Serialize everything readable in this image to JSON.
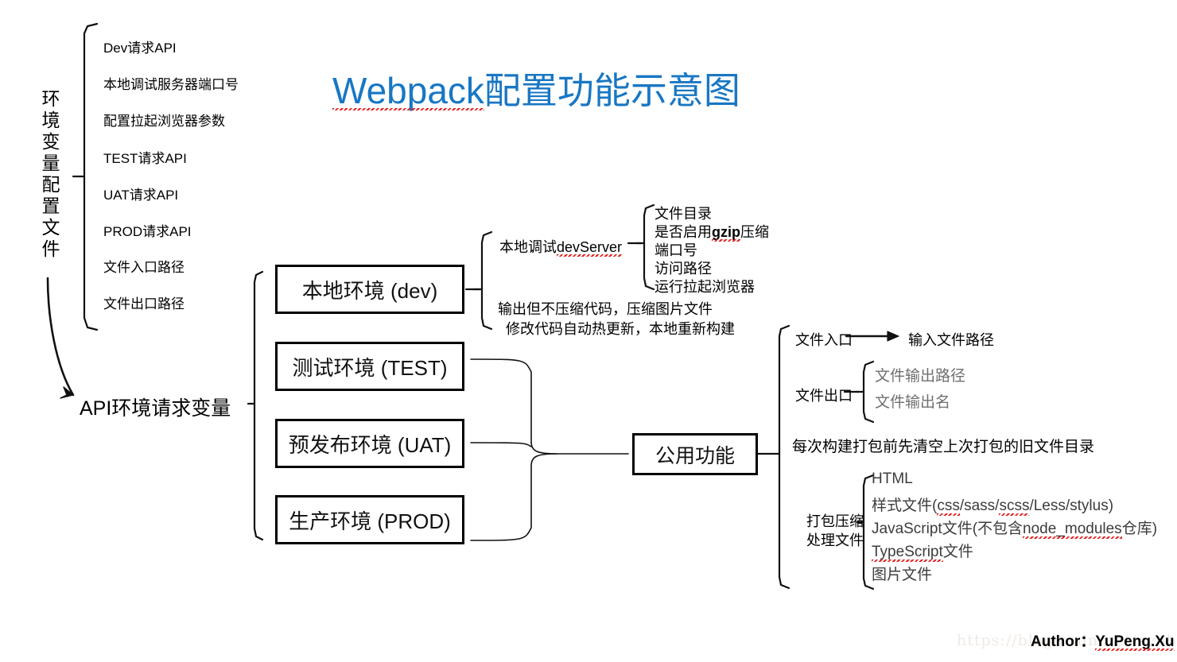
{
  "title": {
    "latin": "Webpack",
    "cjk": "配置功能示意图",
    "color": "#1877c4"
  },
  "env_config": {
    "vertical_label": "环境变量配置文件",
    "items": [
      "Dev请求API",
      "本地调试服务器端口号",
      "配置拉起浏览器参数",
      "TEST请求API",
      "UAT请求API",
      "PROD请求API",
      "文件入口路径",
      "文件出口路径"
    ],
    "api_label": "API环境请求变量"
  },
  "environments": [
    {
      "label": "本地环境 (dev)"
    },
    {
      "label": "测试环境 (TEST)"
    },
    {
      "label": "预发布环境 (UAT)"
    },
    {
      "label": "生产环境 (PROD)"
    }
  ],
  "dev_branch": {
    "devserver_prefix": "本地调试",
    "devserver_name": "devServer",
    "devserver_items": [
      {
        "pre": "文件目录",
        "mark": "",
        "post": ""
      },
      {
        "pre": "是否启用",
        "mark": "gzip",
        "post": "压缩"
      },
      {
        "pre": "端口号",
        "mark": "",
        "post": ""
      },
      {
        "pre": "访问路径",
        "mark": "",
        "post": ""
      },
      {
        "pre": "运行拉起浏览器",
        "mark": "",
        "post": ""
      }
    ],
    "notes": [
      "输出但不压缩代码，压缩图片文件",
      "修改代码自动热更新，本地重新构建"
    ]
  },
  "common": {
    "box_label": "公用功能",
    "entry_label": "文件入口",
    "entry_target": "输入文件路径",
    "output_label": "文件出口",
    "output_items": [
      "文件输出路径",
      "文件输出名"
    ],
    "clean_note": "每次构建打包前先清空上次打包的旧文件目录",
    "pack_label_line1": "打包压缩",
    "pack_label_line2": "处理文件",
    "pack_items": [
      {
        "pre": "HTML",
        "mark": "",
        "mid": "",
        "mark2": "",
        "post": ""
      },
      {
        "pre": "样式文件(",
        "mark": "css",
        "mid": "/sass/",
        "mark2": "scss",
        "post": "/Less/stylus)"
      },
      {
        "pre": "JavaScript文件(不包含",
        "mark": "node_modules",
        "mid": "",
        "mark2": "",
        "post": "仓库)"
      },
      {
        "pre": "",
        "mark": "TypeScript",
        "mid": "",
        "mark2": "",
        "post": "文件"
      },
      {
        "pre": "图片文件",
        "mark": "",
        "mid": "",
        "mark2": "",
        "post": ""
      }
    ]
  },
  "footer": {
    "watermark": "https://blog.csdn.net/xyphf",
    "author_prefix": "Author：",
    "author_name": "YuPeng.Xu"
  }
}
